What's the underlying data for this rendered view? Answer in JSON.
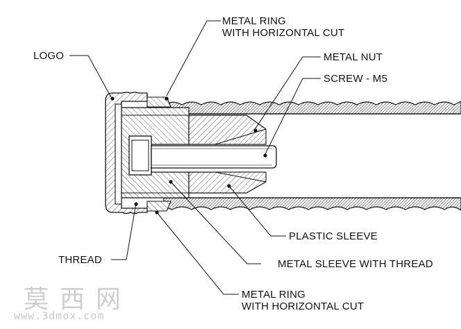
{
  "labels": {
    "metal_ring_top_line1": "METAL RING",
    "metal_ring_top_line2": "WITH HORIZONTAL CUT",
    "logo": "LOGO",
    "metal_nut": "METAL NUT",
    "screw": "SCREW - M5",
    "plastic_sleeve": "PLASTIC SLEEVE",
    "thread": "THREAD",
    "metal_sleeve_thread": "METAL SLEEVE WITH THREAD",
    "metal_ring_bottom_line1": "METAL RING",
    "metal_ring_bottom_line2": "WITH HORIZONTAL CUT"
  },
  "watermark": {
    "chinese": "莫西网",
    "url": "www.3dmox.com"
  }
}
